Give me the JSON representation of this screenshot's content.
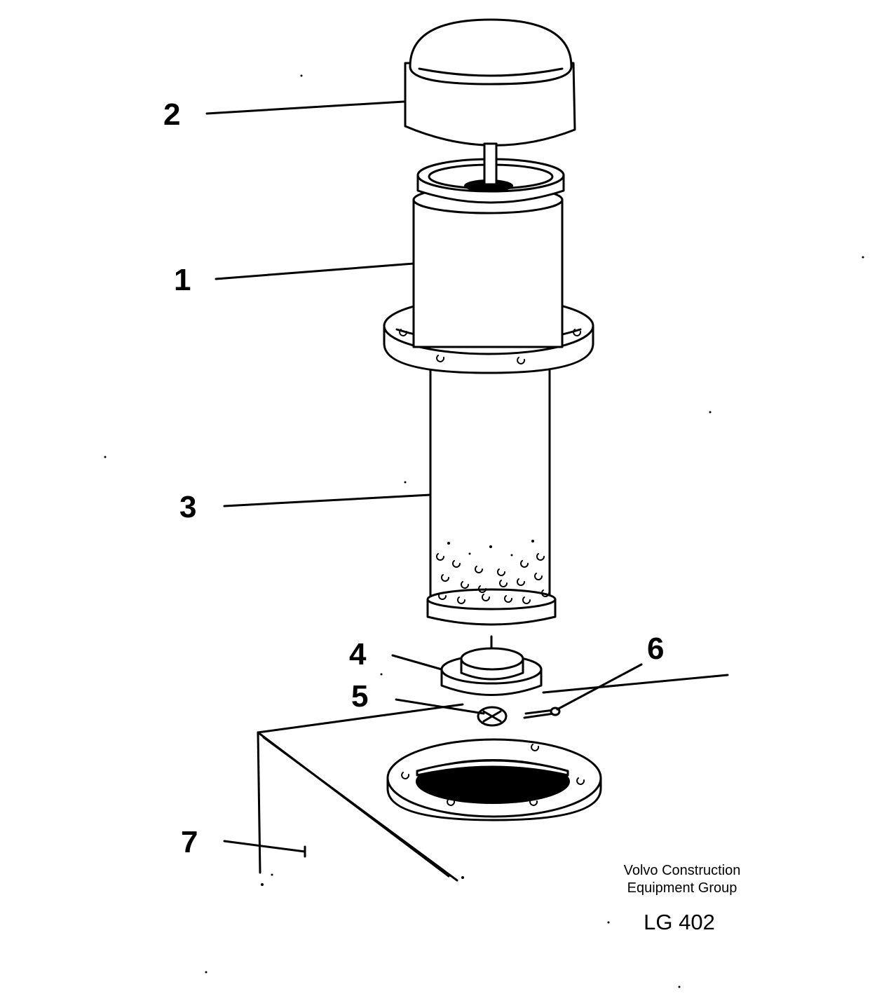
{
  "callouts": [
    {
      "id": "1",
      "label": "1"
    },
    {
      "id": "2",
      "label": "2"
    },
    {
      "id": "3",
      "label": "3"
    },
    {
      "id": "4",
      "label": "4"
    },
    {
      "id": "5",
      "label": "5"
    },
    {
      "id": "6",
      "label": "6"
    },
    {
      "id": "7",
      "label": "7"
    }
  ],
  "caption": {
    "company_line1": "Volvo Construction",
    "company_line2": "Equipment Group",
    "drawing_code": "LG 402"
  }
}
